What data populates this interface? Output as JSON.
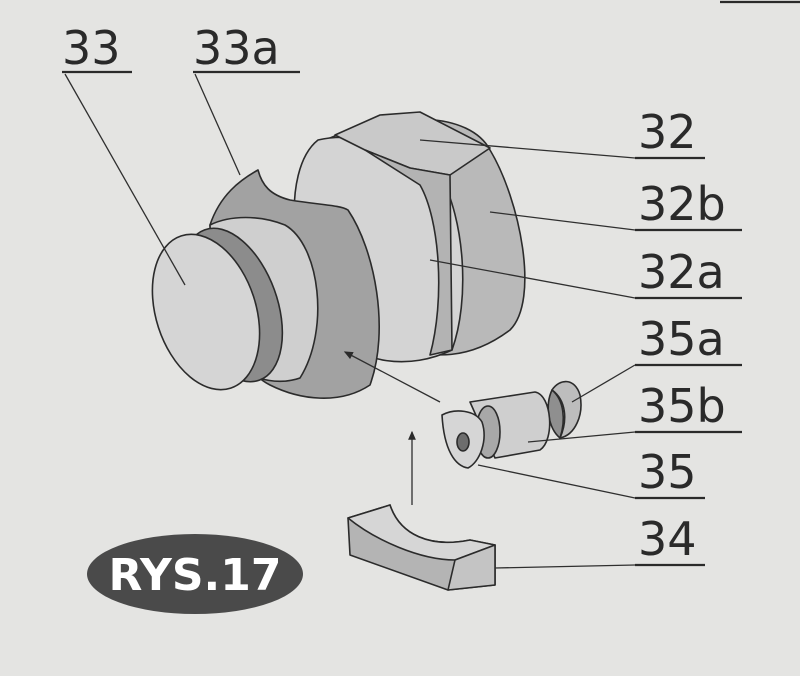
{
  "figure": {
    "title": "RYS.17",
    "title_bg": "#4a4a4a"
  },
  "labels": {
    "l33": "33",
    "l33a": "33a",
    "l32": "32",
    "l32b": "32b",
    "l32a": "32a",
    "l35a": "35a",
    "l35b": "35b",
    "l35": "35",
    "l34": "34"
  },
  "colors": {
    "paper": "#e4e4e2",
    "part_fill_light": "#d2d2d2",
    "part_fill_mid": "#bdbdbd",
    "part_fill_dark": "#9c9c9c",
    "ink": "#2b2b2b"
  }
}
